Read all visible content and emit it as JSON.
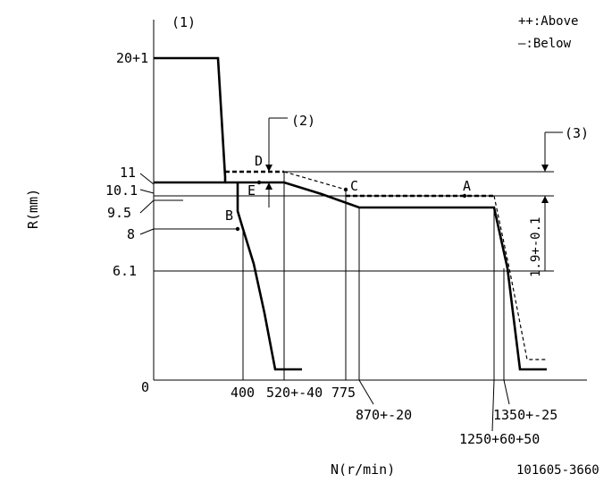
{
  "legend": {
    "above": "++:Above",
    "below": "—:Below"
  },
  "labels": {
    "ref1": "(1)",
    "ref2": "(2)",
    "ref3": "(3)",
    "dim3": "1.9+-0.1",
    "y_axis": "R(mm)",
    "x_axis": "N(r/min)",
    "drawing_code": "101605-3660"
  },
  "y_ticks": [
    "20+1",
    "11",
    "10.1",
    "9.5",
    "8",
    "6.1",
    "0"
  ],
  "x_ticks": [
    "400",
    "520+-40",
    "775",
    "870+-20",
    "1350+-25",
    "1250+60+50"
  ],
  "points": {
    "A": "A",
    "B": "B",
    "C": "C",
    "D": "D",
    "E": "E"
  }
}
